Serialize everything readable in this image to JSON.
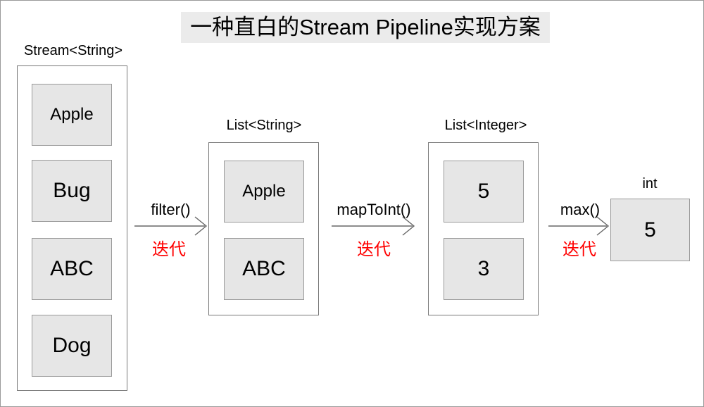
{
  "page": {
    "title": "一种直白的Stream Pipeline实现方案",
    "border_color": "#9a9a9a",
    "background": "#ffffff",
    "title_highlight": "#ebebeb",
    "box_fill": "#e6e6e6",
    "box_stroke": "#9a9a9a",
    "group_stroke": "#777777",
    "accent_red": "#ff0000"
  },
  "stages": [
    {
      "id": "stage-stream",
      "label": "Stream<String>",
      "items": [
        {
          "text": "Apple",
          "font_size": 24
        },
        {
          "text": "Bug",
          "font_size": 30
        },
        {
          "text": "ABC",
          "font_size": 30
        },
        {
          "text": "Dog",
          "font_size": 30
        }
      ]
    },
    {
      "id": "stage-list-string",
      "label": "List<String>",
      "items": [
        {
          "text": "Apple",
          "font_size": 24
        },
        {
          "text": "ABC",
          "font_size": 30
        }
      ]
    },
    {
      "id": "stage-list-integer",
      "label": "List<Integer>",
      "items": [
        {
          "text": "5",
          "font_size": 30
        },
        {
          "text": "3",
          "font_size": 30
        }
      ]
    },
    {
      "id": "stage-int",
      "label": "int",
      "items": [
        {
          "text": "5",
          "font_size": 30
        }
      ]
    }
  ],
  "transitions": [
    {
      "id": "transition-filter",
      "operation": "filter()",
      "note": "迭代"
    },
    {
      "id": "transition-maptoint",
      "operation": "mapToInt()",
      "note": "迭代"
    },
    {
      "id": "transition-max",
      "operation": "max()",
      "note": "迭代"
    }
  ]
}
